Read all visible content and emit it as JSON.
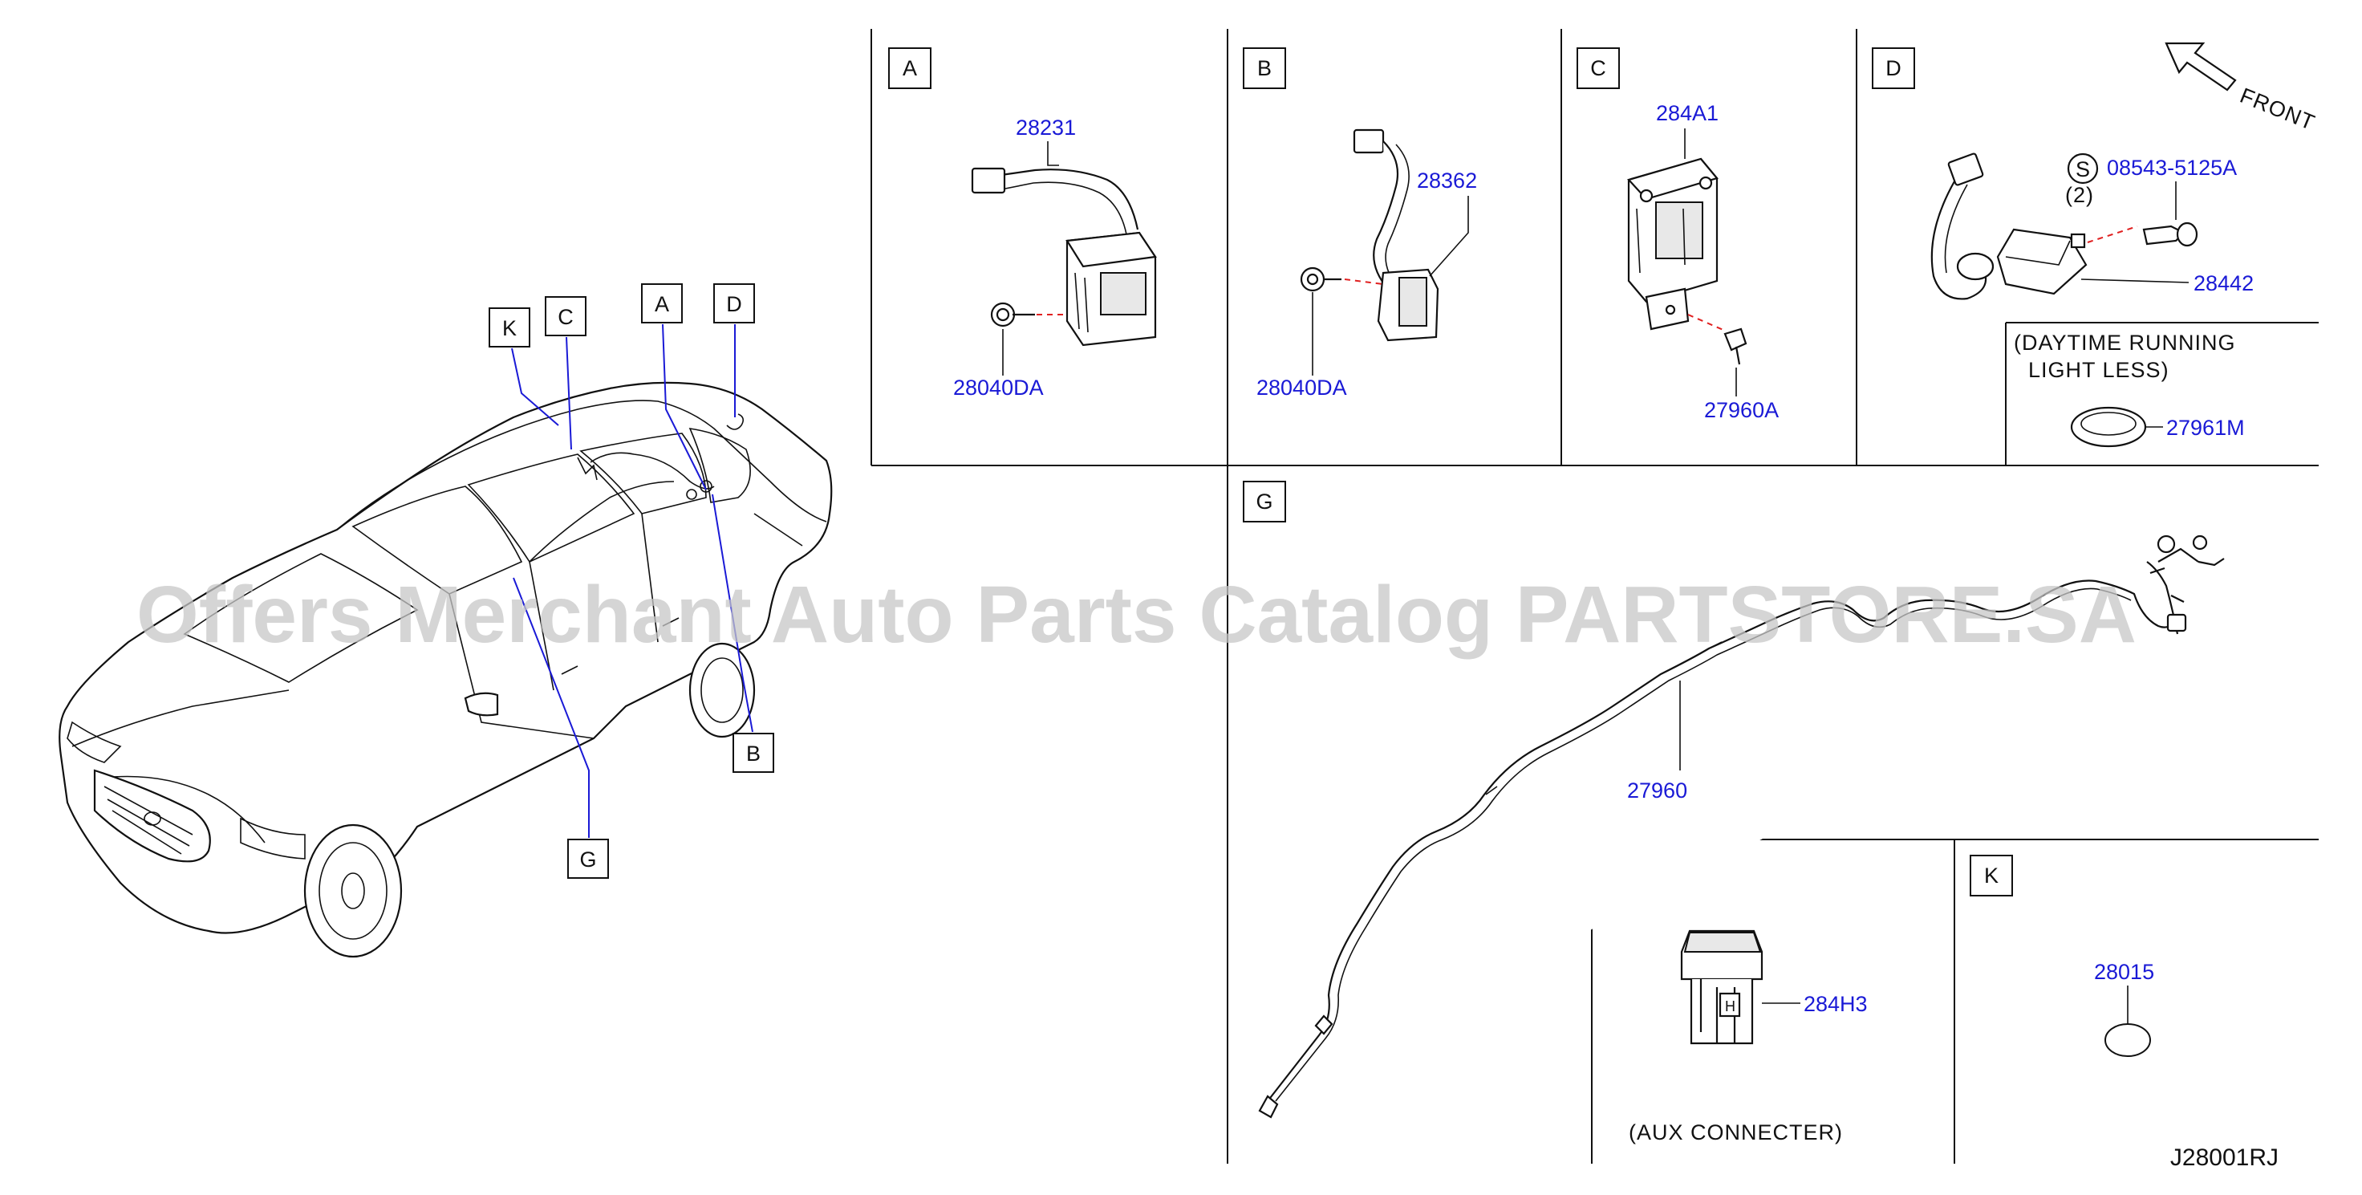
{
  "diagram": {
    "sections": [
      {
        "letter": "A",
        "parts": [
          "28231",
          "28040DA"
        ]
      },
      {
        "letter": "B",
        "parts": [
          "28362",
          "28040DA"
        ]
      },
      {
        "letter": "C",
        "parts": [
          "284A1",
          "27960A"
        ]
      },
      {
        "letter": "D",
        "parts": [
          "08543-5125A",
          "28442",
          "27961M"
        ],
        "qty": "(2)",
        "symbol": "S",
        "direction": "FRONT",
        "note_line1": "(DAYTIME   RUNNING",
        "note_line2": "LIGHT  LESS)"
      },
      {
        "letter": "G",
        "parts": [
          "27960"
        ]
      },
      {
        "letter": "K",
        "parts": [
          "28015"
        ]
      },
      {
        "letter": "",
        "parts": [
          "284H3"
        ],
        "note": "(AUX   CONNECTER)"
      }
    ],
    "car_callouts": [
      "K",
      "C",
      "A",
      "D",
      "B",
      "G"
    ],
    "drawing_code": "J28001RJ",
    "watermark": "Offers Merchant Auto Parts Catalog PARTSTORE.SA"
  }
}
